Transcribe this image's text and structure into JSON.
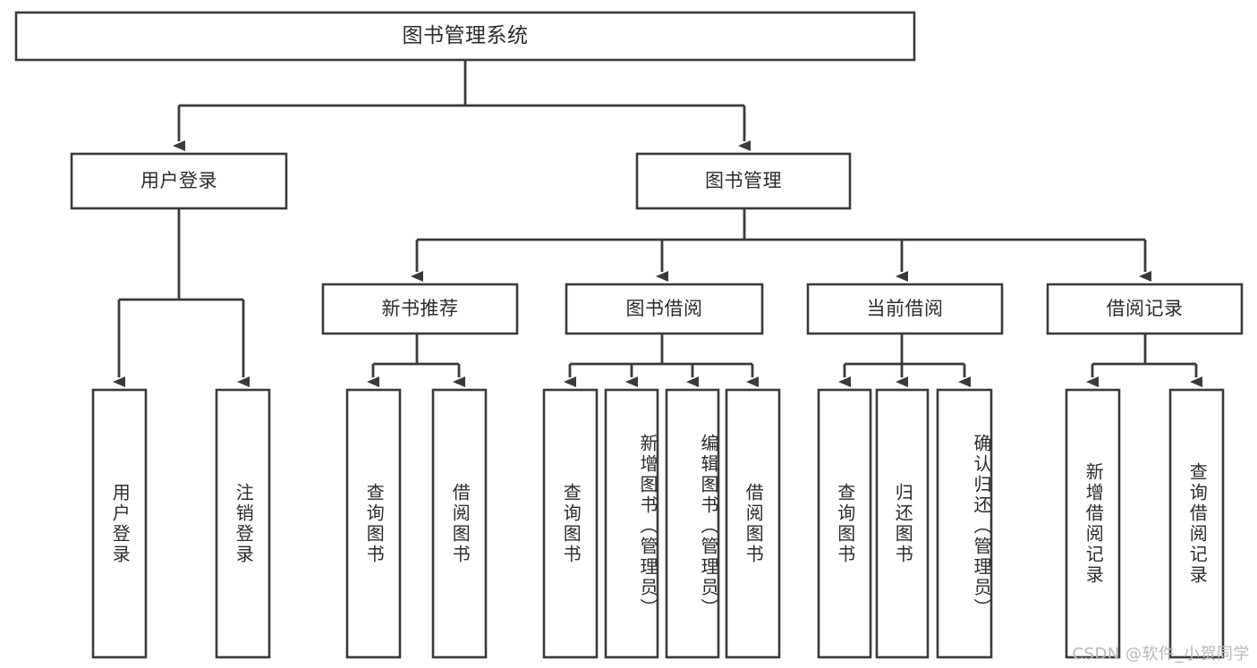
{
  "diagram": {
    "type": "tree",
    "title": "图书管理系统",
    "watermark": "CSDN @软件_小贺同学",
    "root": {
      "id": "root",
      "label": "图书管理系统",
      "orientation": "horizontal"
    },
    "level1": [
      {
        "id": "user-login",
        "label": "用户登录",
        "orientation": "horizontal"
      },
      {
        "id": "book-management",
        "label": "图书管理",
        "orientation": "horizontal"
      }
    ],
    "level2": [
      {
        "id": "new-book-recommend",
        "label": "新书推荐",
        "parent": "book-management",
        "orientation": "horizontal"
      },
      {
        "id": "book-borrow",
        "label": "图书借阅",
        "parent": "book-management",
        "orientation": "horizontal"
      },
      {
        "id": "current-borrow",
        "label": "当前借阅",
        "parent": "book-management",
        "orientation": "horizontal"
      },
      {
        "id": "borrow-record",
        "label": "借阅记录",
        "parent": "book-management",
        "orientation": "horizontal"
      }
    ],
    "leaves": [
      {
        "id": "leaf-user-login",
        "label": "用户登录",
        "parent": "user-login",
        "orientation": "vertical",
        "align": "center"
      },
      {
        "id": "leaf-logout",
        "label": "注销登录",
        "parent": "user-login",
        "orientation": "vertical",
        "align": "center"
      },
      {
        "id": "leaf-query-book-1",
        "label": "查询图书",
        "parent": "new-book-recommend",
        "orientation": "vertical",
        "align": "center"
      },
      {
        "id": "leaf-borrow-book-1",
        "label": "借阅图书",
        "parent": "new-book-recommend",
        "orientation": "vertical",
        "align": "center"
      },
      {
        "id": "leaf-query-book-2",
        "label": "查询图书",
        "parent": "book-borrow",
        "orientation": "vertical",
        "align": "center"
      },
      {
        "id": "leaf-add-book",
        "label": "新增图书（管理员）",
        "parent": "book-borrow",
        "orientation": "vertical",
        "align": "top"
      },
      {
        "id": "leaf-edit-book",
        "label": "编辑图书（管理员）",
        "parent": "book-borrow",
        "orientation": "vertical",
        "align": "top"
      },
      {
        "id": "leaf-borrow-book-2",
        "label": "借阅图书",
        "parent": "book-borrow",
        "orientation": "vertical",
        "align": "center"
      },
      {
        "id": "leaf-query-book-3",
        "label": "查询图书",
        "parent": "current-borrow",
        "orientation": "vertical",
        "align": "center"
      },
      {
        "id": "leaf-return-book",
        "label": "归还图书",
        "parent": "current-borrow",
        "orientation": "vertical",
        "align": "center"
      },
      {
        "id": "leaf-confirm-return",
        "label": "确认归还（管理员）",
        "parent": "current-borrow",
        "orientation": "vertical",
        "align": "top"
      },
      {
        "id": "leaf-add-record",
        "label": "新增借阅记录",
        "parent": "borrow-record",
        "orientation": "vertical",
        "align": "center"
      },
      {
        "id": "leaf-query-record",
        "label": "查询借阅记录",
        "parent": "borrow-record",
        "orientation": "vertical",
        "align": "center"
      }
    ],
    "colors": {
      "box_stroke": "#3a3a3a",
      "box_fill": "#ffffff",
      "text": "#2b2b2b",
      "connector": "#3a3a3a",
      "watermark": "#b9b9b9",
      "background": "#ffffff"
    }
  }
}
